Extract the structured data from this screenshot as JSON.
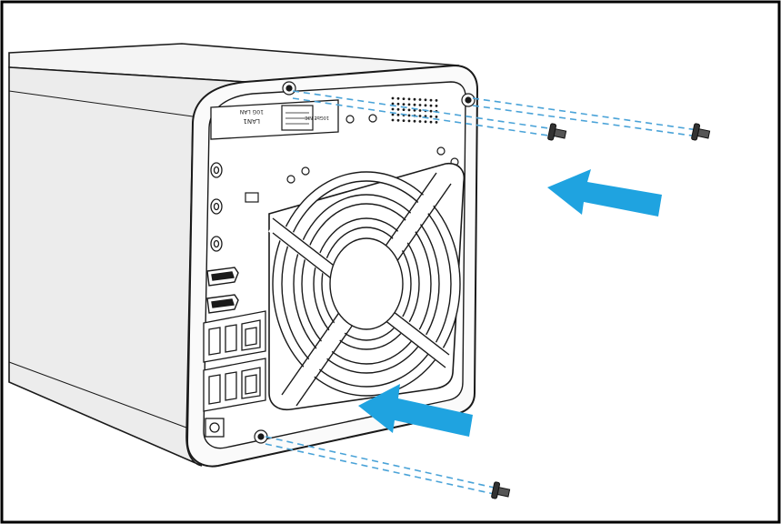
{
  "colors": {
    "frame": "#000000",
    "outline": "#1a1a1a",
    "casing_light": "#f4f4f4",
    "casing_side": "#ececec",
    "casing_back": "#fafafa",
    "arrow": "#1fa3e0",
    "guide": "#4aa3d8",
    "screw": "#333333"
  },
  "icons": {
    "arrow_upper": "arrow-left-icon",
    "arrow_lower": "arrow-left-icon",
    "screw": "screw-icon"
  },
  "labels": {
    "port_label_1": "LAN1",
    "port_label_2": "10G LAN",
    "port_label_3": "10GbE NIC"
  }
}
